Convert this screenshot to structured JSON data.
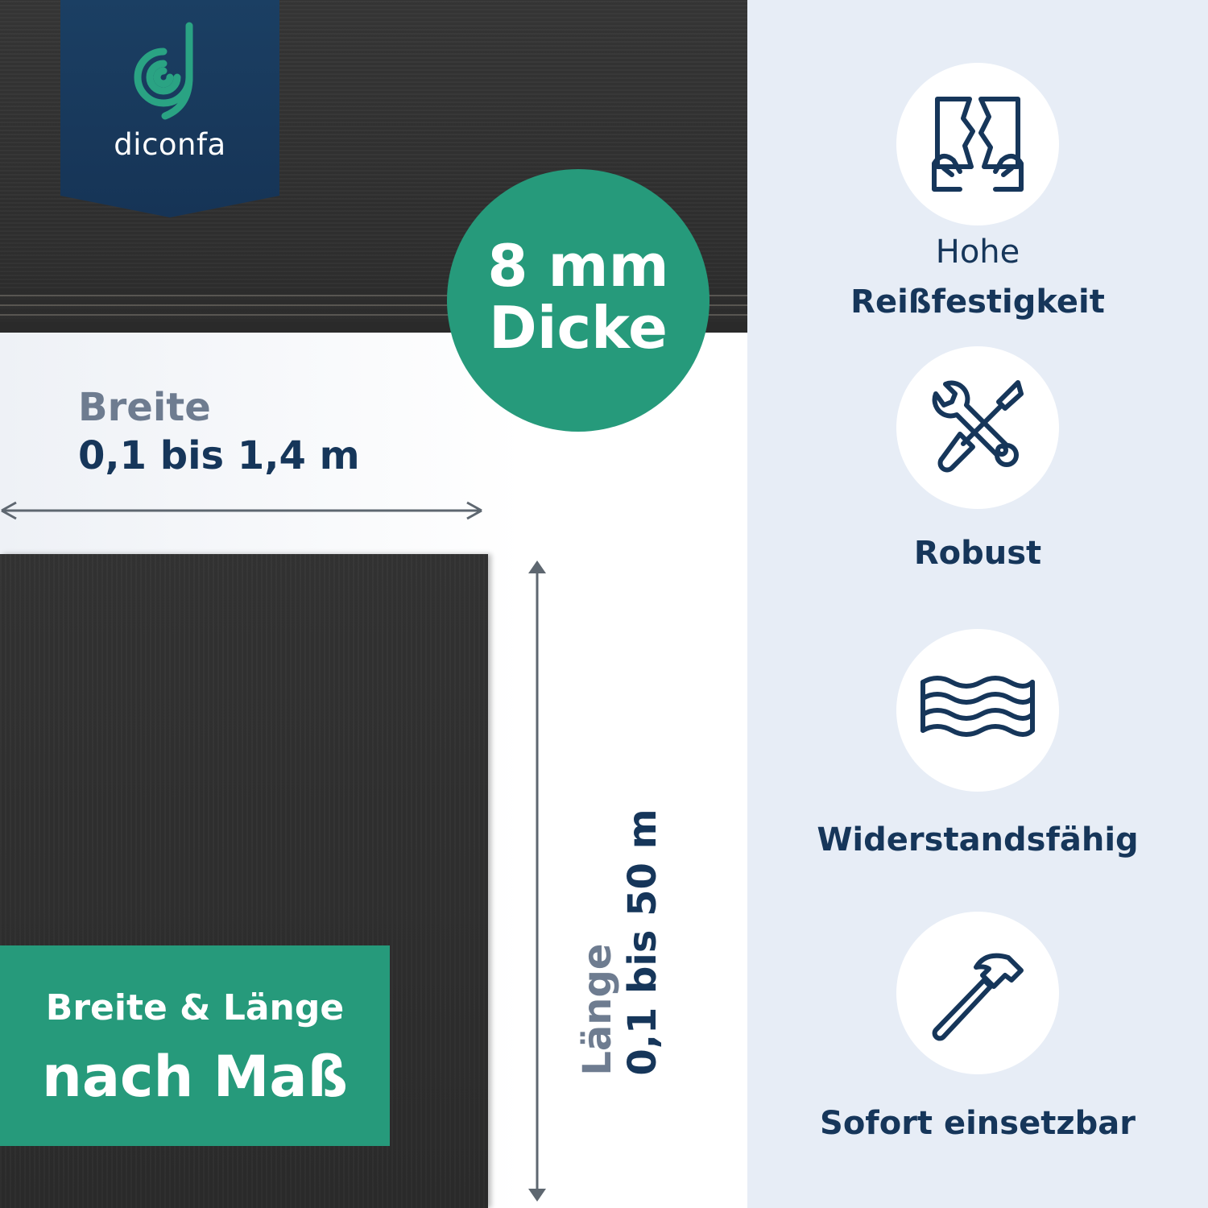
{
  "brand": {
    "name": "diconfa",
    "icon": "diconfa-logo-icon",
    "color": "#1b3f63"
  },
  "thickness_badge": {
    "line1": "8 mm",
    "line2": "Dicke",
    "color": "#269a7b"
  },
  "width": {
    "label": "Breite",
    "value": "0,1 bis 1,4 m"
  },
  "length": {
    "label": "Länge",
    "value": "0,1 bis 50 m"
  },
  "custom_size": {
    "line1": "Breite & Länge",
    "line2": "nach Maß",
    "color": "#269a7b"
  },
  "features": [
    {
      "icon": "tearing-icon",
      "line1": "Hohe",
      "line2": "Reißfestigkeit"
    },
    {
      "icon": "tools-icon",
      "label": "Robust"
    },
    {
      "icon": "waves-icon",
      "label": "Widerstandsfähig"
    },
    {
      "icon": "hammer-icon",
      "label": "Sofort einsetzbar"
    }
  ],
  "colors": {
    "text_dark": "#16365a",
    "text_muted": "#6e7c90",
    "panel_bg": "#e7edf6"
  }
}
